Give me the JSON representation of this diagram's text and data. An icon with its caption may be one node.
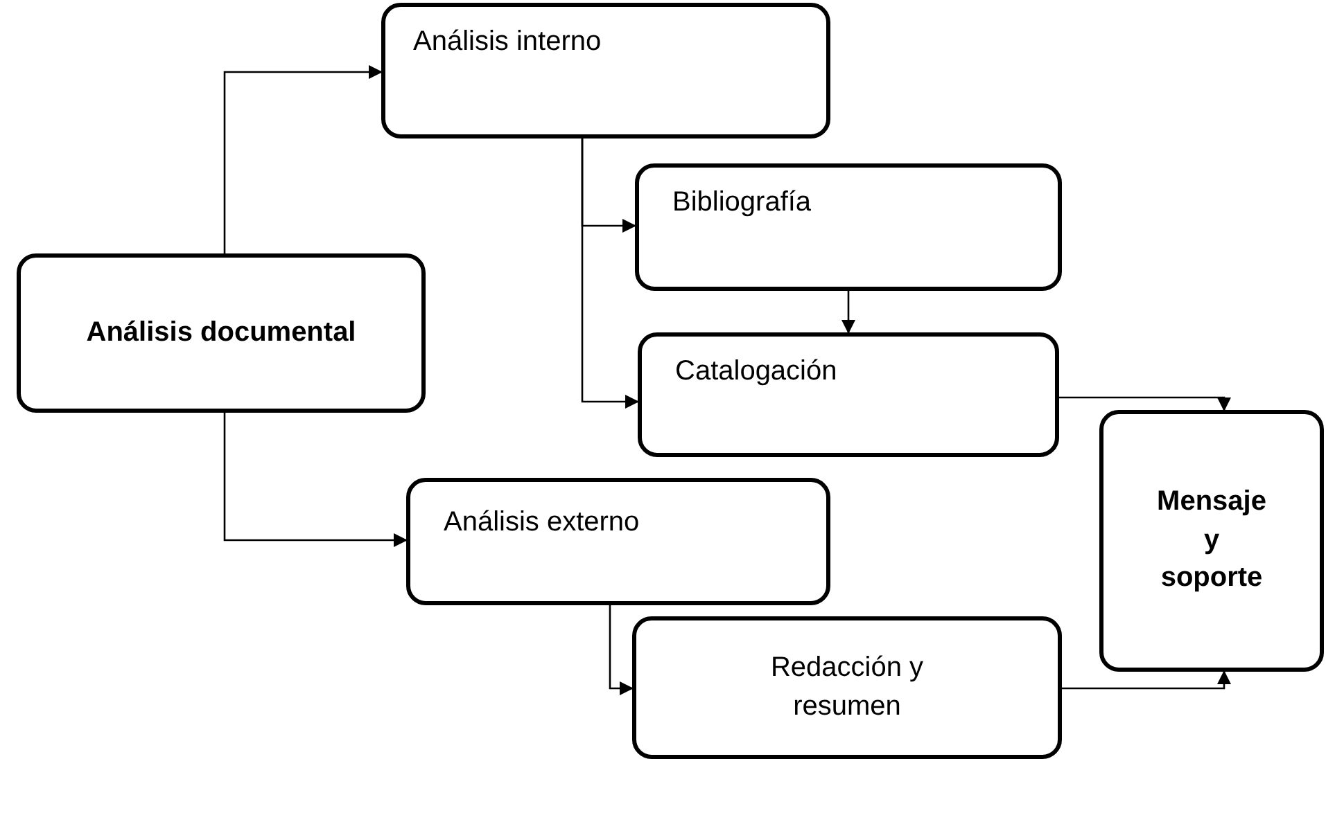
{
  "diagram": {
    "nodes": [
      {
        "text": [
          "Análisis documental"
        ]
      },
      {
        "text": [
          "Análisis interno"
        ]
      },
      {
        "text": [
          "Bibliografía"
        ]
      },
      {
        "text": [
          "Catalogación"
        ]
      },
      {
        "text": [
          "Análisis externo"
        ]
      },
      {
        "text": [
          "Redacción y resumen"
        ]
      },
      {
        "text": [
          "Mensaje y soporte"
        ]
      }
    ],
    "edges": [
      {
        "from": 0,
        "to": 1,
        "arrow": "to"
      },
      {
        "from": 0,
        "to": 4,
        "arrow": "to"
      },
      {
        "from": 1,
        "to": 2,
        "arrow": "to"
      },
      {
        "from": 1,
        "to": 3,
        "arrow": "to"
      },
      {
        "from": 2,
        "to": 3,
        "arrow": "to"
      },
      {
        "from": 3,
        "to": 6,
        "arrow": "to"
      },
      {
        "from": 4,
        "to": 5,
        "arrow": "to"
      },
      {
        "from": 5,
        "to": 6,
        "arrow": "to"
      }
    ]
  }
}
